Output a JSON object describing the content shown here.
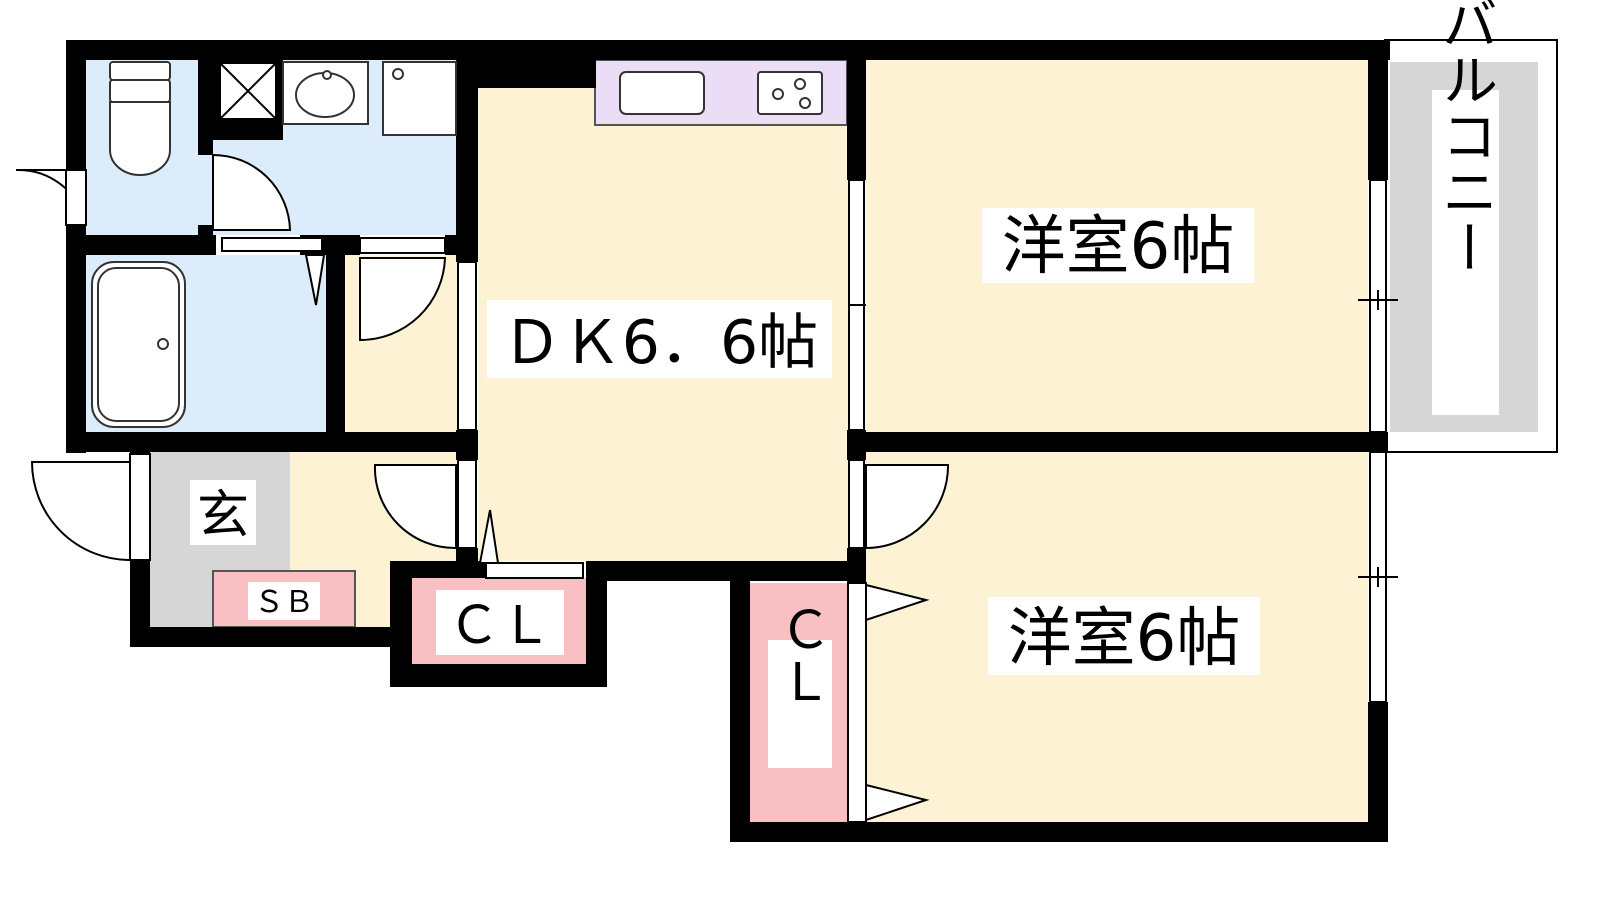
{
  "rooms": {
    "dk": "ＤＫ6．6帖",
    "western1": "洋室6帖",
    "western2": "洋室6帖",
    "balcony": "バルコニー",
    "entrance": "玄",
    "shoe_box": "ＳＢ",
    "closet_hall": "ＣＬ",
    "closet_room": "ＣＬ"
  },
  "colors": {
    "wall": "#000000",
    "room": "#fdf2d3",
    "wet": "#dcecfb",
    "kitchen": "#eaddf5",
    "closet": "#f8c0c3",
    "balcony": "#d6d6d6",
    "entrance": "#d6d6d6"
  }
}
